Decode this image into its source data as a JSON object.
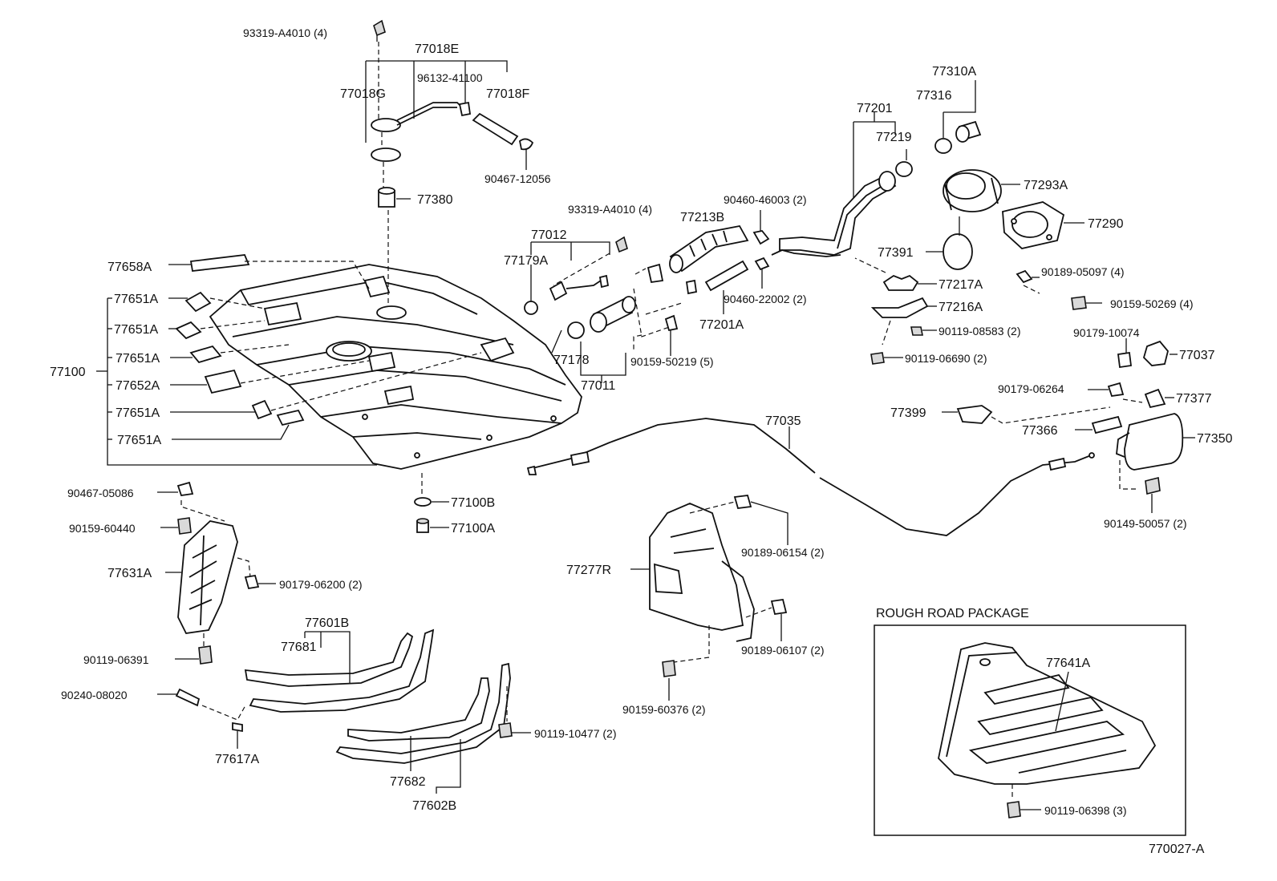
{
  "diagram": {
    "labels": {
      "l_93319_a4010_top": "93319-A4010 (4)",
      "l_77018e": "77018E",
      "l_96132_41100": "96132-41100",
      "l_77018g": "77018G",
      "l_77018f": "77018F",
      "l_90467_12056": "90467-12056",
      "l_77380": "77380",
      "l_93319_a4010_mid": "93319-A4010 (4)",
      "l_77012": "77012",
      "l_77179a": "77179A",
      "l_77178": "77178",
      "l_77011": "77011",
      "l_90159_50219": "90159-50219 (5)",
      "l_77213b": "77213B",
      "l_90460_46003": "90460-46003 (2)",
      "l_90460_22002": "90460-22002 (2)",
      "l_77201a": "77201A",
      "l_77201": "77201",
      "l_77219": "77219",
      "l_77316": "77316",
      "l_77310a": "77310A",
      "l_77293a": "77293A",
      "l_77290": "77290",
      "l_77391": "77391",
      "l_77217a": "77217A",
      "l_77216a": "77216A",
      "l_90119_08583": "90119-08583 (2)",
      "l_90119_06690": "90119-06690 (2)",
      "l_90189_05097": "90189-05097 (4)",
      "l_90159_50269": "90159-50269 (4)",
      "l_90179_10074": "90179-10074",
      "l_77037": "77037",
      "l_90179_06264": "90179-06264",
      "l_77377": "77377",
      "l_77399": "77399",
      "l_77366": "77366",
      "l_77350": "77350",
      "l_90149_50057": "90149-50057 (2)",
      "l_77035": "77035",
      "l_77658a": "77658A",
      "l_77651a_1": "77651A",
      "l_77651a_2": "77651A",
      "l_77651a_3": "77651A",
      "l_77652a": "77652A",
      "l_77651a_4": "77651A",
      "l_77651a_5": "77651A",
      "l_77100": "77100",
      "l_77100b": "77100B",
      "l_77100a": "77100A",
      "l_90467_05086": "90467-05086",
      "l_90159_60440": "90159-60440",
      "l_77631a": "77631A",
      "l_90179_06200": "90179-06200 (2)",
      "l_90119_06391": "90119-06391",
      "l_90240_08020": "90240-08020",
      "l_77617a": "77617A",
      "l_77601b": "77601B",
      "l_77681": "77681",
      "l_77682": "77682",
      "l_77602b": "77602B",
      "l_90119_10477": "90119-10477 (2)",
      "l_90189_06154": "90189-06154 (2)",
      "l_77277r": "77277R",
      "l_90189_06107": "90189-06107 (2)",
      "l_90159_60376": "90159-60376 (2)",
      "l_rough_road": "ROUGH ROAD PACKAGE",
      "l_77641a": "77641A",
      "l_90119_06398": "90119-06398 (3)",
      "l_ref": "770027-A"
    }
  }
}
